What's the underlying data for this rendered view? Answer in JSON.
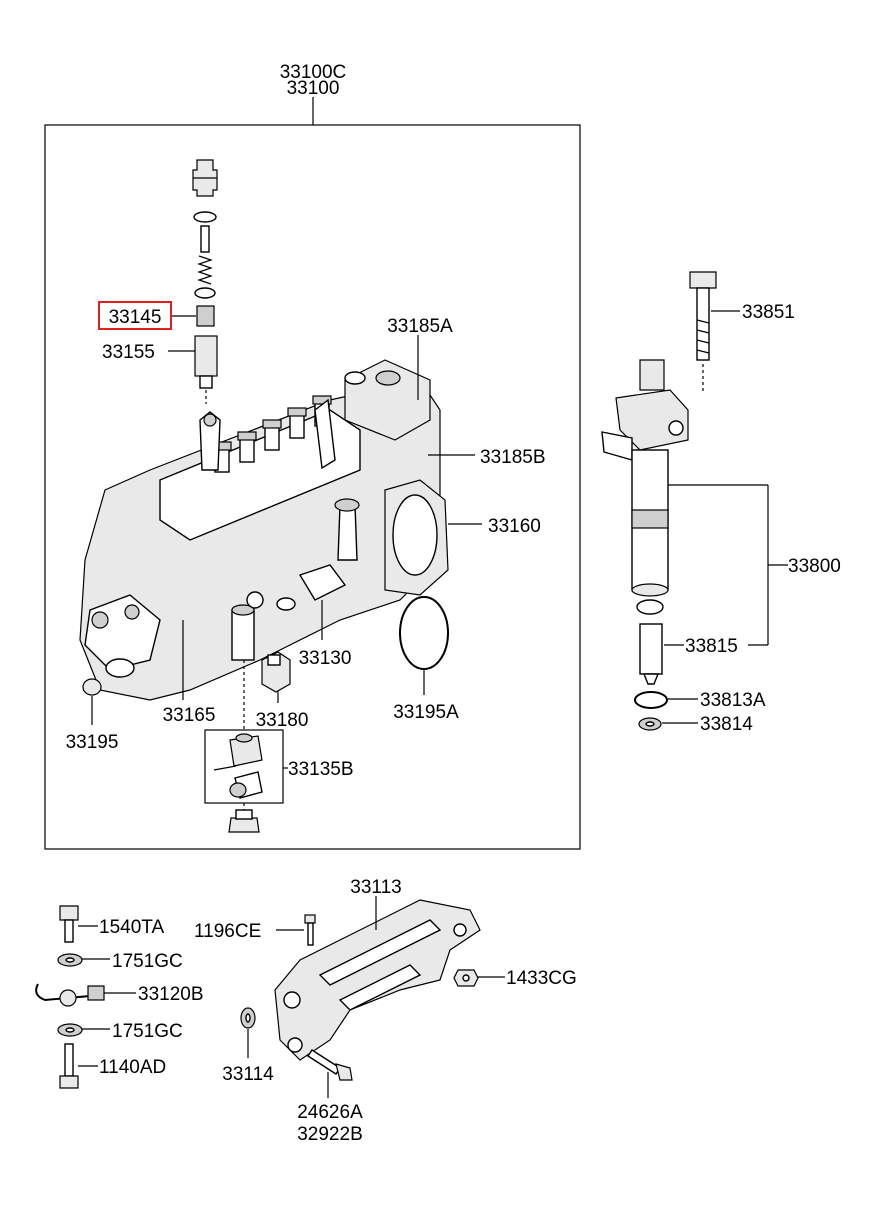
{
  "assembly": {
    "code_top": "33100C",
    "code_bottom": "33100"
  },
  "highlight": {
    "label": "33145",
    "color": "#e0201e"
  },
  "labels": {
    "p33155": "33155",
    "p33185A": "33185A",
    "p33185B": "33185B",
    "p33160": "33160",
    "p33130": "33130",
    "p33195A": "33195A",
    "p33165": "33165",
    "p33180": "33180",
    "p33195": "33195",
    "p33135B": "33135B",
    "p33851": "33851",
    "p33800": "33800",
    "p33815": "33815",
    "p33813A": "33813A",
    "p33814": "33814",
    "p33113": "33113",
    "p1540TA": "1540TA",
    "p1196CE": "1196CE",
    "p1751GC_a": "1751GC",
    "p33120B": "33120B",
    "p1433CG": "1433CG",
    "p1751GC_b": "1751GC",
    "p1140AD": "1140AD",
    "p33114": "33114",
    "p24626A": "24626A",
    "p32922B": "32922B"
  }
}
